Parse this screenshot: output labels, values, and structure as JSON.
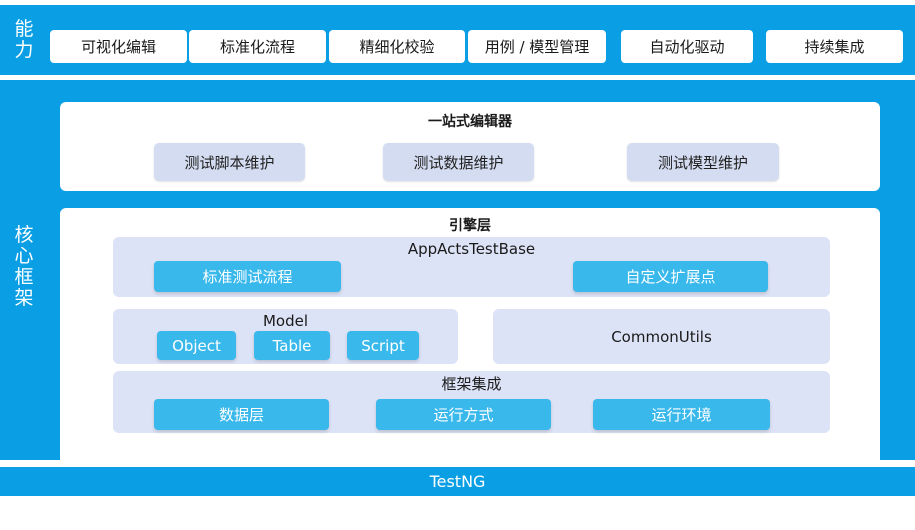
{
  "capability": {
    "label": "能力",
    "items": [
      "可视化编辑",
      "标准化流程",
      "精细化校验",
      "用例 / 模型管理",
      "自动化驱动",
      "持续集成"
    ]
  },
  "core": {
    "label": "核心框架",
    "editor": {
      "title": "一站式编辑器",
      "items": [
        "测试脚本维护",
        "测试数据维护",
        "测试模型维护"
      ]
    },
    "engine": {
      "title": "引擎层",
      "base": {
        "title": "AppActsTestBase",
        "items": [
          "标准测试流程",
          "自定义扩展点"
        ]
      },
      "model": {
        "title": "Model",
        "items": [
          "Object",
          "Table",
          "Script"
        ]
      },
      "utils": {
        "title": "CommonUtils"
      },
      "integration": {
        "title": "框架集成",
        "items": [
          "数据层",
          "运行方式",
          "运行环境"
        ]
      }
    }
  },
  "footer": {
    "label": "TestNG"
  },
  "colors": {
    "blue": "#0a9fe4",
    "chip": "#39b8ec",
    "lavender": "#dde3f6"
  }
}
